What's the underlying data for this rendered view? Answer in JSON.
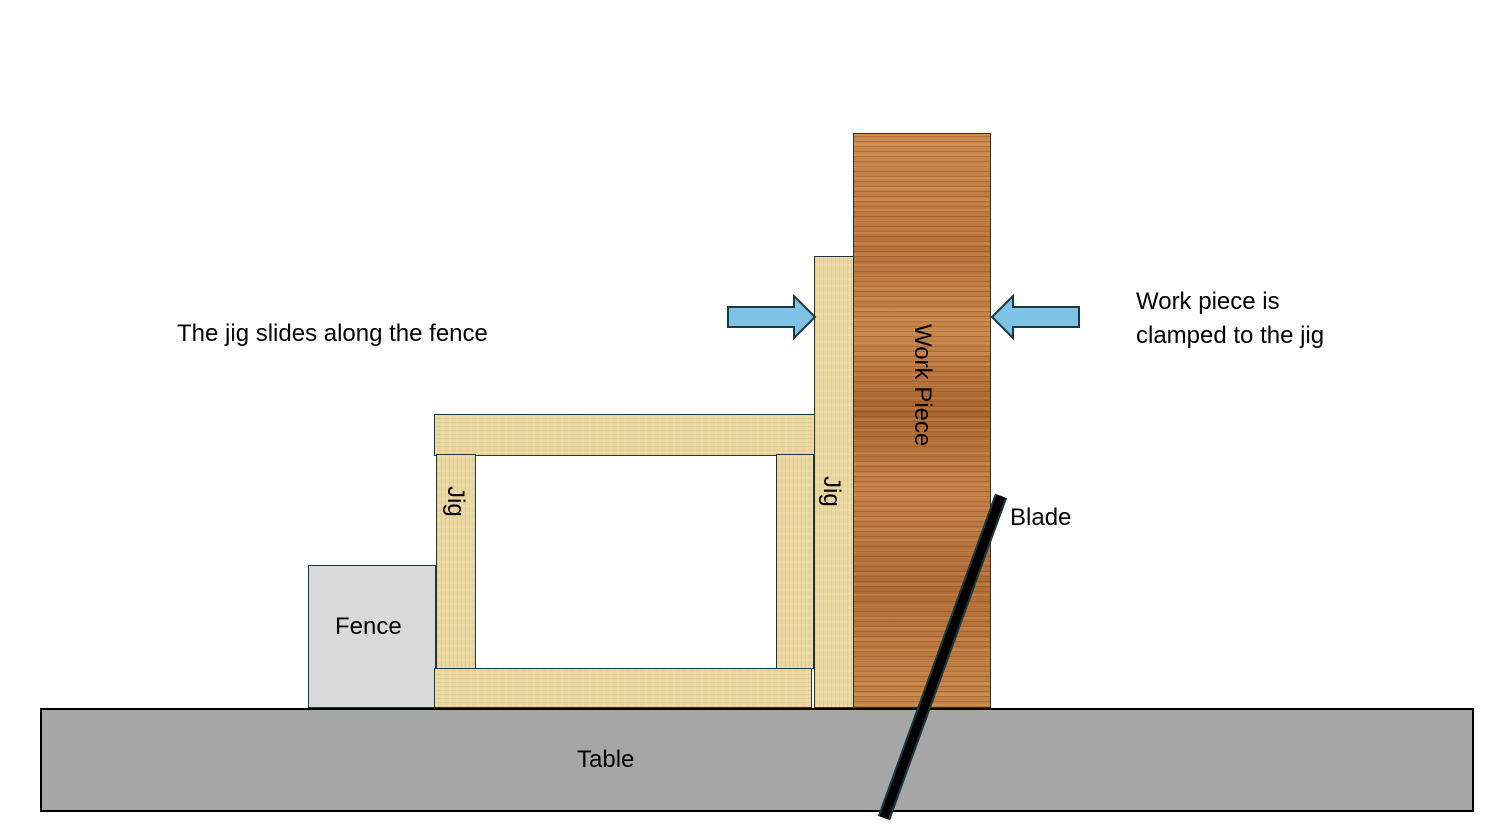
{
  "labels": {
    "jig_slides": "The jig slides along the fence",
    "work_piece_clamped_line1": "Work piece is",
    "work_piece_clamped_line2": "clamped to the jig",
    "work_piece": "Work Piece",
    "jig_left": "Jig",
    "jig_right": "Jig",
    "fence": "Fence",
    "table": "Table",
    "blade": "Blade"
  },
  "colors": {
    "table": "#a6a6a6",
    "fence": "#d9d9d9",
    "arrow": "#7ec3e6",
    "outline": "#1b3a3f",
    "blade": "#000000"
  },
  "icons": {
    "left_arrow": "arrow-right-icon",
    "right_arrow": "arrow-left-icon"
  }
}
